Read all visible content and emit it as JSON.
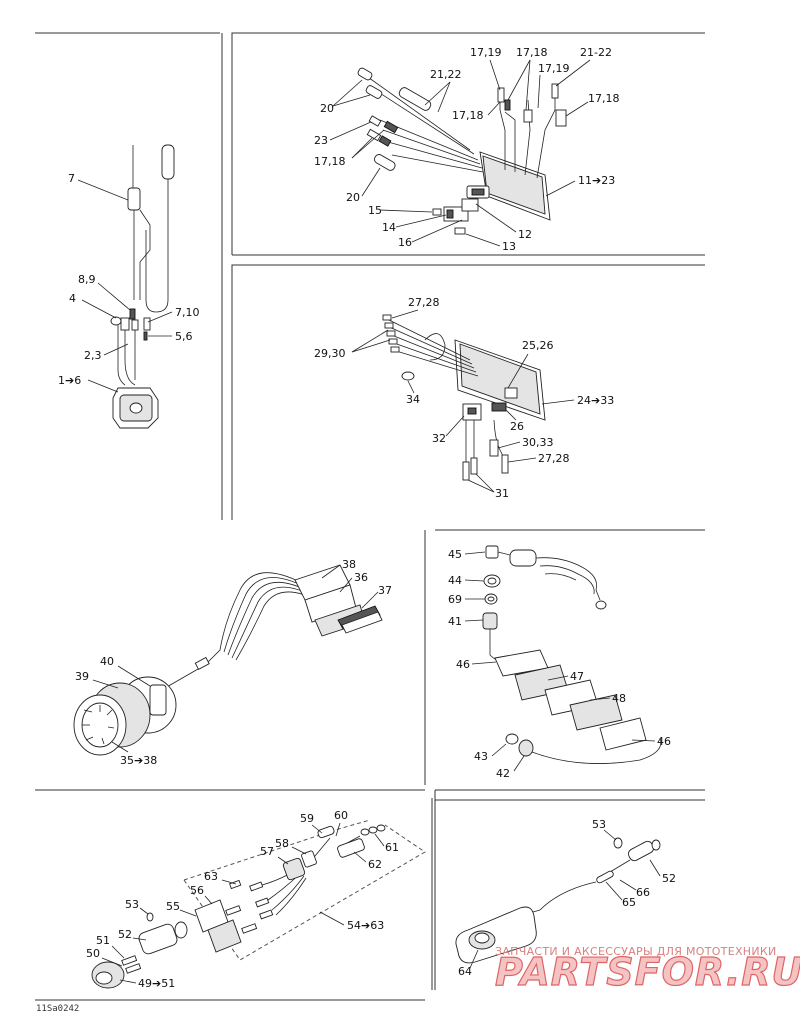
{
  "sections": {
    "gauge_sender": {
      "callouts": [
        "7",
        "8,9",
        "4",
        "7,10",
        "5,6",
        "2,3",
        "1➔6"
      ]
    },
    "harness_top": {
      "callouts": [
        "17,19",
        "17,18",
        "21-22",
        "21,22",
        "17,19",
        "17,18",
        "17,18",
        "20",
        "23",
        "17,18",
        "20",
        "11➔23",
        "15",
        "14",
        "12",
        "16",
        "13"
      ]
    },
    "harness_middle": {
      "callouts": [
        "27,28",
        "29,30",
        "25,26",
        "34",
        "24➔33",
        "26",
        "32",
        "30,33",
        "27,28",
        "31"
      ]
    },
    "ignition_switch": {
      "callouts": [
        "38",
        "36",
        "37",
        "40",
        "39",
        "35➔38"
      ]
    },
    "tether_cord": {
      "callouts": [
        "45",
        "44",
        "69",
        "41",
        "46",
        "47",
        "48",
        "46",
        "43",
        "42"
      ]
    },
    "dess_harness": {
      "callouts": [
        "59",
        "60",
        "58",
        "61",
        "57",
        "62",
        "63",
        "56",
        "53",
        "55",
        "54➔63",
        "52",
        "51",
        "50",
        "49➔51"
      ]
    },
    "dess_post": {
      "callouts": [
        "53",
        "52",
        "66",
        "65",
        "64"
      ]
    }
  },
  "watermark": {
    "top_text": "ЗАПЧАСТИ И АКСЕССУАРЫ ДЛЯ МОТОТЕХНИКИ",
    "logo_text": "PARTSFOR.RU"
  },
  "reference": "11Sa0242"
}
